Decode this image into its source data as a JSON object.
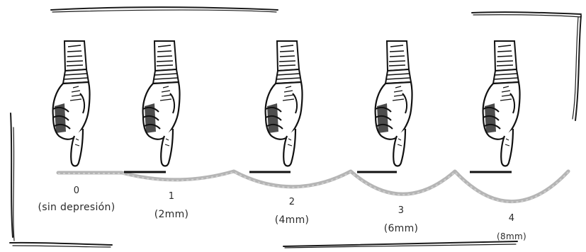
{
  "stages": [
    {
      "grade": "0",
      "depth": "(sin depresión)",
      "depth_mm": 0
    },
    {
      "grade": "1",
      "depth": "(2mm)",
      "depth_mm": 2
    },
    {
      "grade": "2",
      "depth": "(4mm)",
      "depth_mm": 4
    },
    {
      "grade": "3",
      "depth": "(6mm)",
      "depth_mm": 6
    },
    {
      "grade": "4",
      "depth": "(8mm)",
      "depth_mm": 8
    }
  ],
  "colors": {
    "skin_line": "#b5b5b5",
    "ink": "#111111",
    "frame": "#1a1a1a"
  }
}
